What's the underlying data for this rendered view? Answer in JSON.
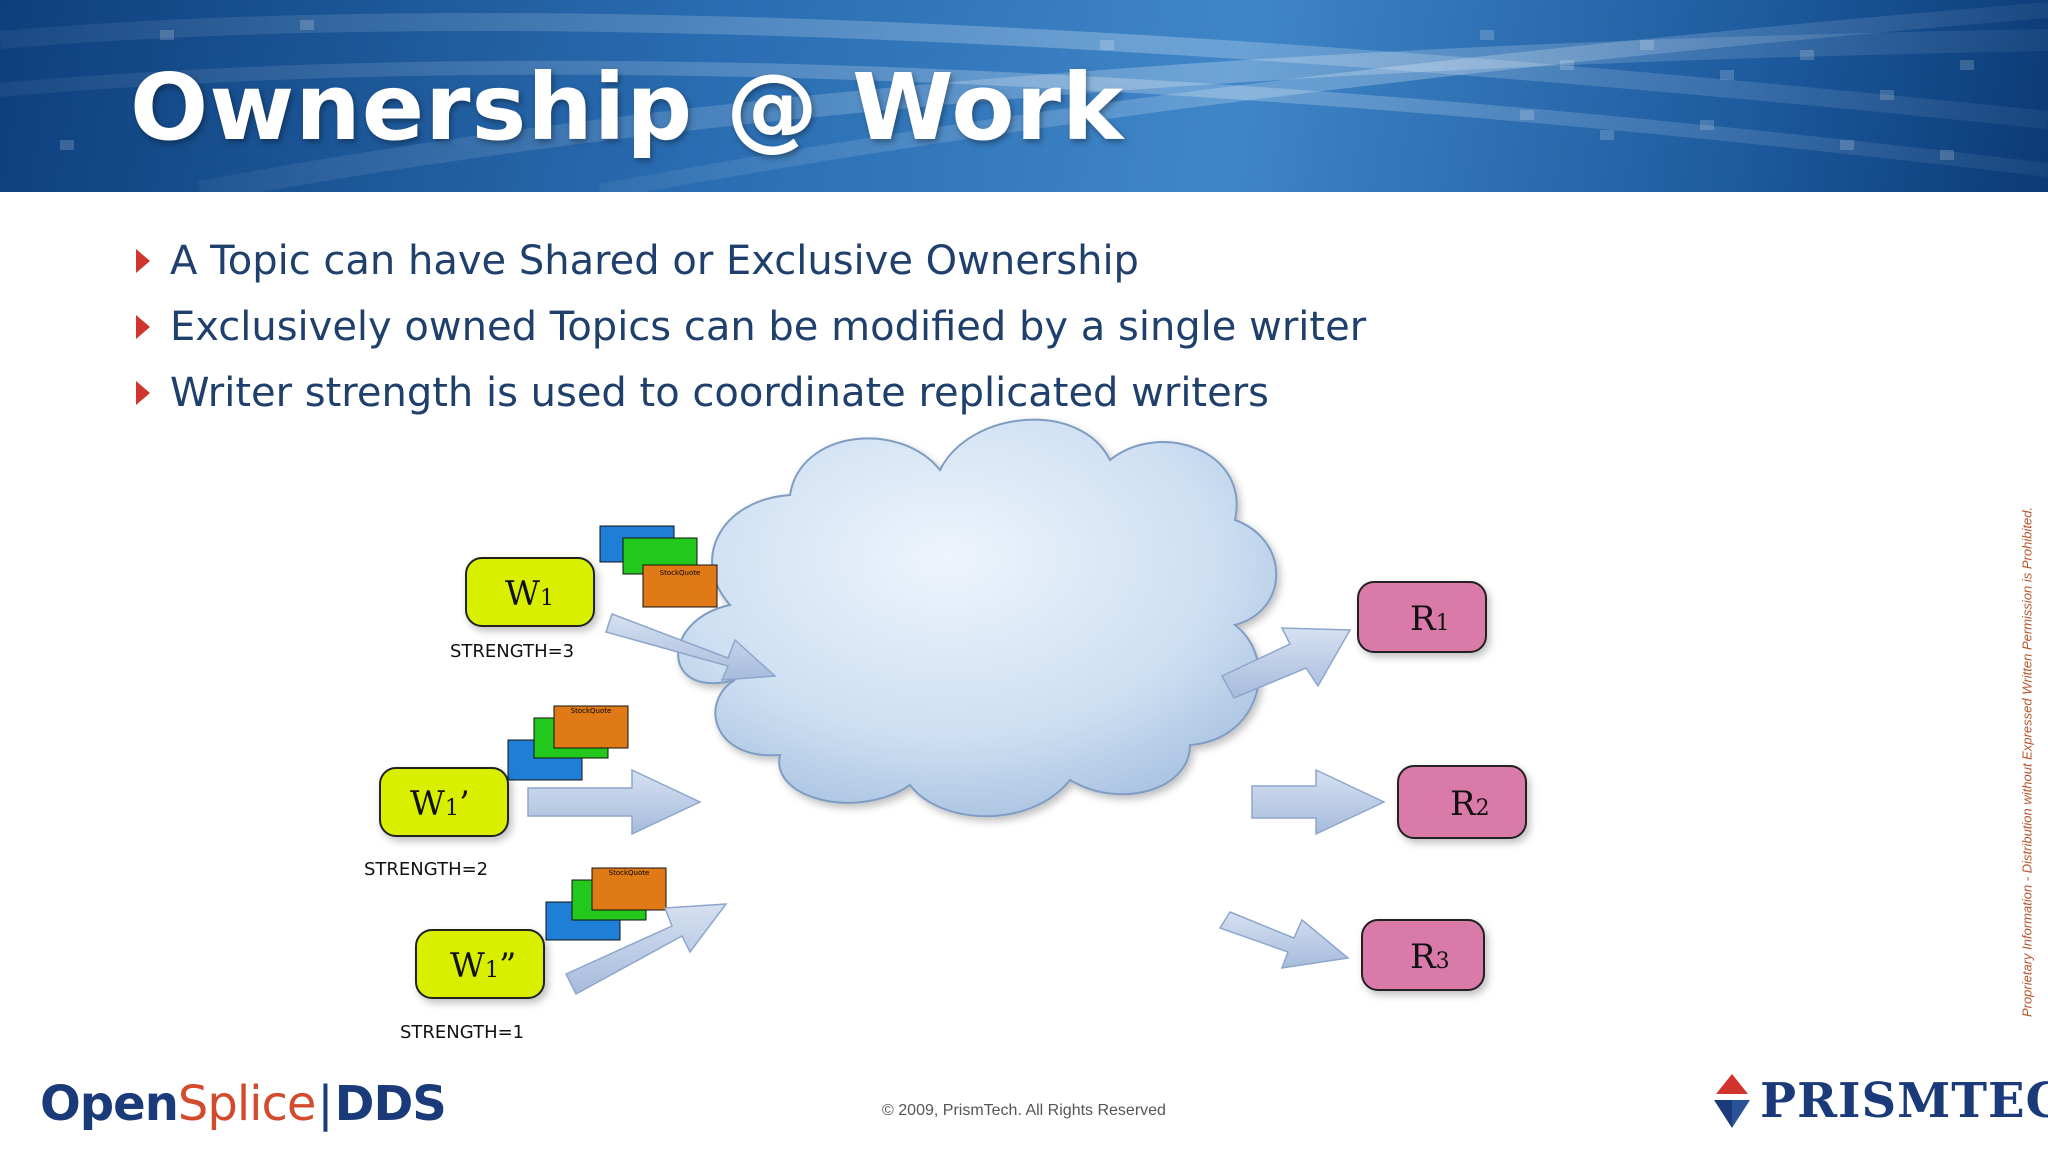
{
  "slide": {
    "title": "Ownership @ Work",
    "bullets": [
      "A Topic can have Shared or Exclusive Ownership",
      "Exclusively owned Topics can be modified by a single writer",
      "Writer strength is used to coordinate replicated writers"
    ]
  },
  "diagram": {
    "writers": [
      {
        "label_main": "W",
        "label_sub": "1",
        "label_suffix": "",
        "strength": "STRENGTH=3"
      },
      {
        "label_main": "W",
        "label_sub": "1",
        "label_suffix": "’",
        "strength": "STRENGTH=2"
      },
      {
        "label_main": "W",
        "label_sub": "1",
        "label_suffix": "”",
        "strength": "STRENGTH=1"
      }
    ],
    "readers": [
      {
        "label_main": "R",
        "label_sub": "1"
      },
      {
        "label_main": "R",
        "label_sub": "2"
      },
      {
        "label_main": "R",
        "label_sub": "3"
      }
    ],
    "sample_card_title": "StockQuote"
  },
  "colors": {
    "writer_fill": "#d8f000",
    "reader_fill": "#d97aa8",
    "arrow_fill": "#b3c6e3",
    "card_blue": "#1f7fd6",
    "card_green": "#22c81b",
    "card_orange": "#e07a16",
    "bullet_marker": "#d0342c",
    "title_text": "#ffffff",
    "body_text": "#1f3f6c"
  },
  "footer": {
    "logo_left_part1": "Open",
    "logo_left_part2": "Splice",
    "logo_left_sep": "|",
    "logo_left_part3": "DDS",
    "copyright": "© 2009, PrismTech. All Rights Reserved",
    "logo_right": "PRISMTECH",
    "side_note": "Proprietary Information - Distribution without Expressed Written Permission is Prohibited."
  }
}
